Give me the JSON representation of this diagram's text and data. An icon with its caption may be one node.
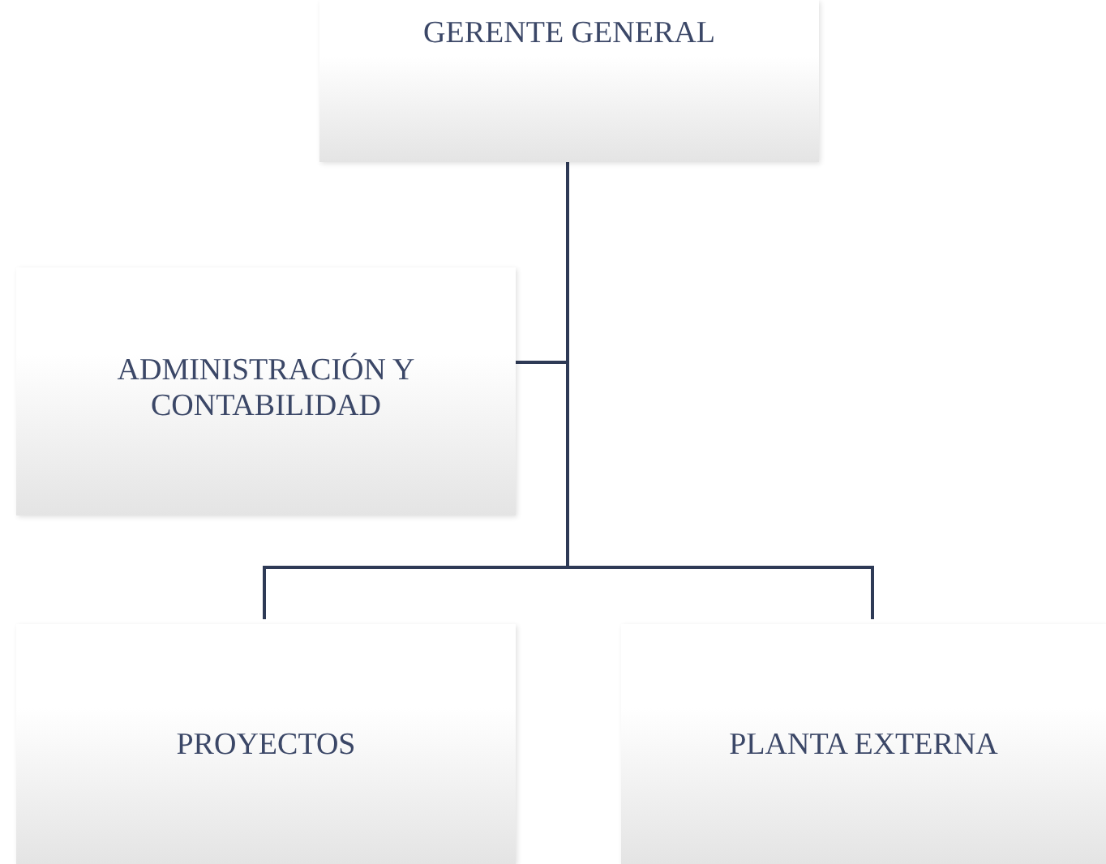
{
  "diagram": {
    "nodes": [
      {
        "text": [
          "GERENTE GENERAL"
        ]
      },
      {
        "text": [
          "ADMINISTRACIÓN Y CONTABILIDAD"
        ]
      },
      {
        "text": [
          "PROYECTOS"
        ]
      },
      {
        "text": [
          "PLANTA EXTERNA"
        ]
      }
    ],
    "edges": [
      {
        "from": 0,
        "to": 1,
        "arrow": "none"
      },
      {
        "from": 0,
        "to": 2,
        "arrow": "none"
      },
      {
        "from": 0,
        "to": 3,
        "arrow": "none"
      }
    ]
  }
}
